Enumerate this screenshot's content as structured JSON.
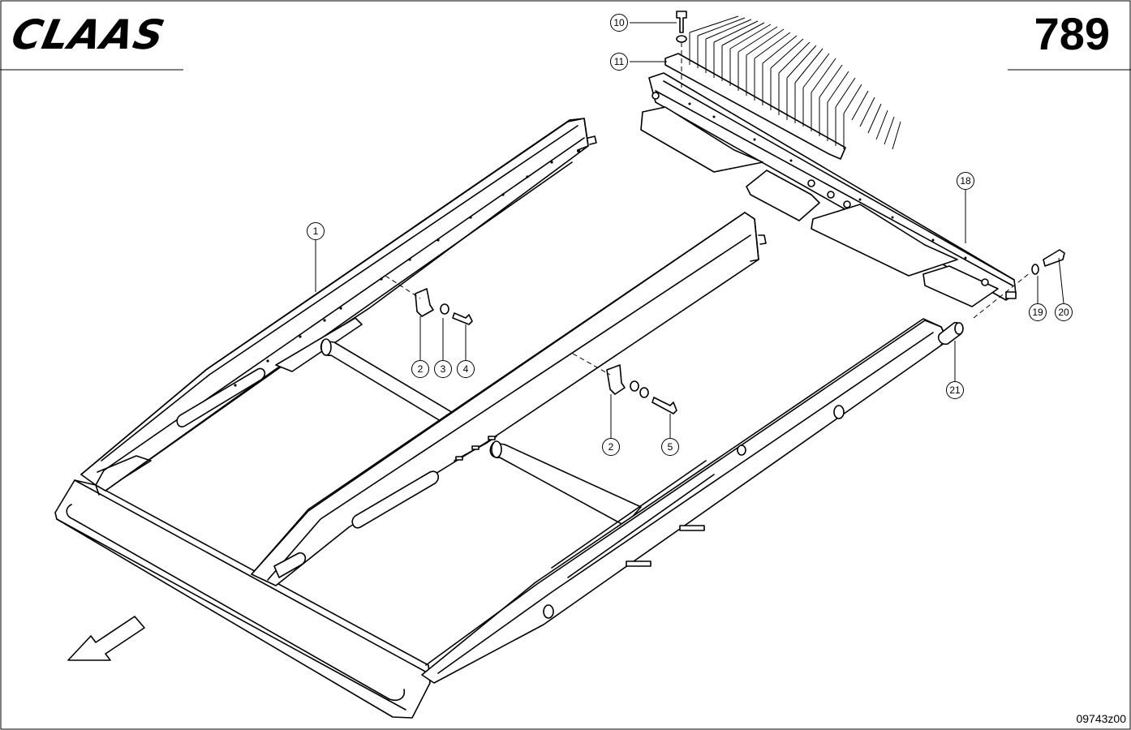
{
  "header": {
    "brand": "CLAAS",
    "page_number": "789"
  },
  "footer": {
    "drawing_code": "09743z00"
  },
  "callouts": [
    {
      "id": "c1",
      "label": "1"
    },
    {
      "id": "c2a",
      "label": "2"
    },
    {
      "id": "c3",
      "label": "3"
    },
    {
      "id": "c4",
      "label": "4"
    },
    {
      "id": "c2b",
      "label": "2"
    },
    {
      "id": "c5",
      "label": "5"
    },
    {
      "id": "c10",
      "label": "10"
    },
    {
      "id": "c11",
      "label": "11"
    },
    {
      "id": "c18",
      "label": "18"
    },
    {
      "id": "c19",
      "label": "19"
    },
    {
      "id": "c20",
      "label": "20"
    },
    {
      "id": "c21",
      "label": "21"
    }
  ]
}
